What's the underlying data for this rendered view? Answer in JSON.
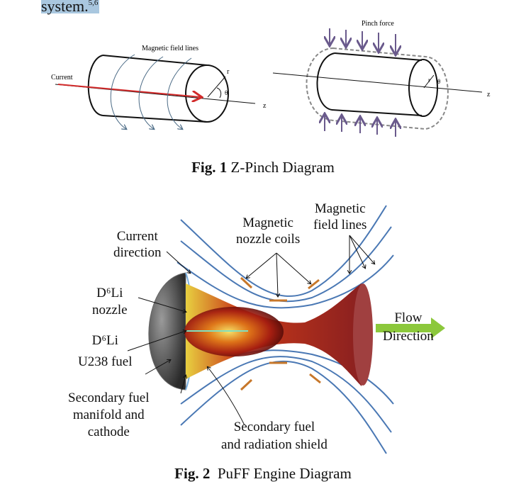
{
  "intro": {
    "text": "system.",
    "citation": "5,6",
    "highlight_color": "#a9c7df"
  },
  "fig1": {
    "caption_num": "Fig. 1",
    "caption_text": " Z-Pinch Diagram",
    "left": {
      "current": "Current",
      "field_lines": "Magnetic field lines",
      "r": "r",
      "theta": "θ",
      "z": "z"
    },
    "right": {
      "pinch_force": "Pinch force",
      "r": "r",
      "theta": "θ",
      "z": "z"
    },
    "colors": {
      "current_arrow": "#d22a2a",
      "pinch_arrows": "#6a5a8c",
      "field_lines": "#4a6a85"
    }
  },
  "fig2": {
    "caption_num": "Fig. 2",
    "caption_text": "  PuFF Engine Diagram",
    "labels": {
      "current_direction": [
        "Current",
        "direction"
      ],
      "nozzle": [
        "D⁶Li",
        "nozzle"
      ],
      "fuel": [
        "D⁶Li",
        "U238 fuel"
      ],
      "secondary_manifold": [
        "Secondary fuel",
        "manifold and",
        "cathode"
      ],
      "magnetic_nozzle_coils": [
        "Magnetic",
        "nozzle coils"
      ],
      "magnetic_field_lines": [
        "Magnetic",
        "field lines"
      ],
      "secondary_shield": [
        "Secondary fuel",
        "and radiation shield"
      ],
      "flow_direction": [
        "Flow",
        "Direction"
      ]
    },
    "colors": {
      "flow_arrow": "#8cc83c",
      "coils": "#c7772a",
      "field_lines": "#4a78b4"
    }
  }
}
